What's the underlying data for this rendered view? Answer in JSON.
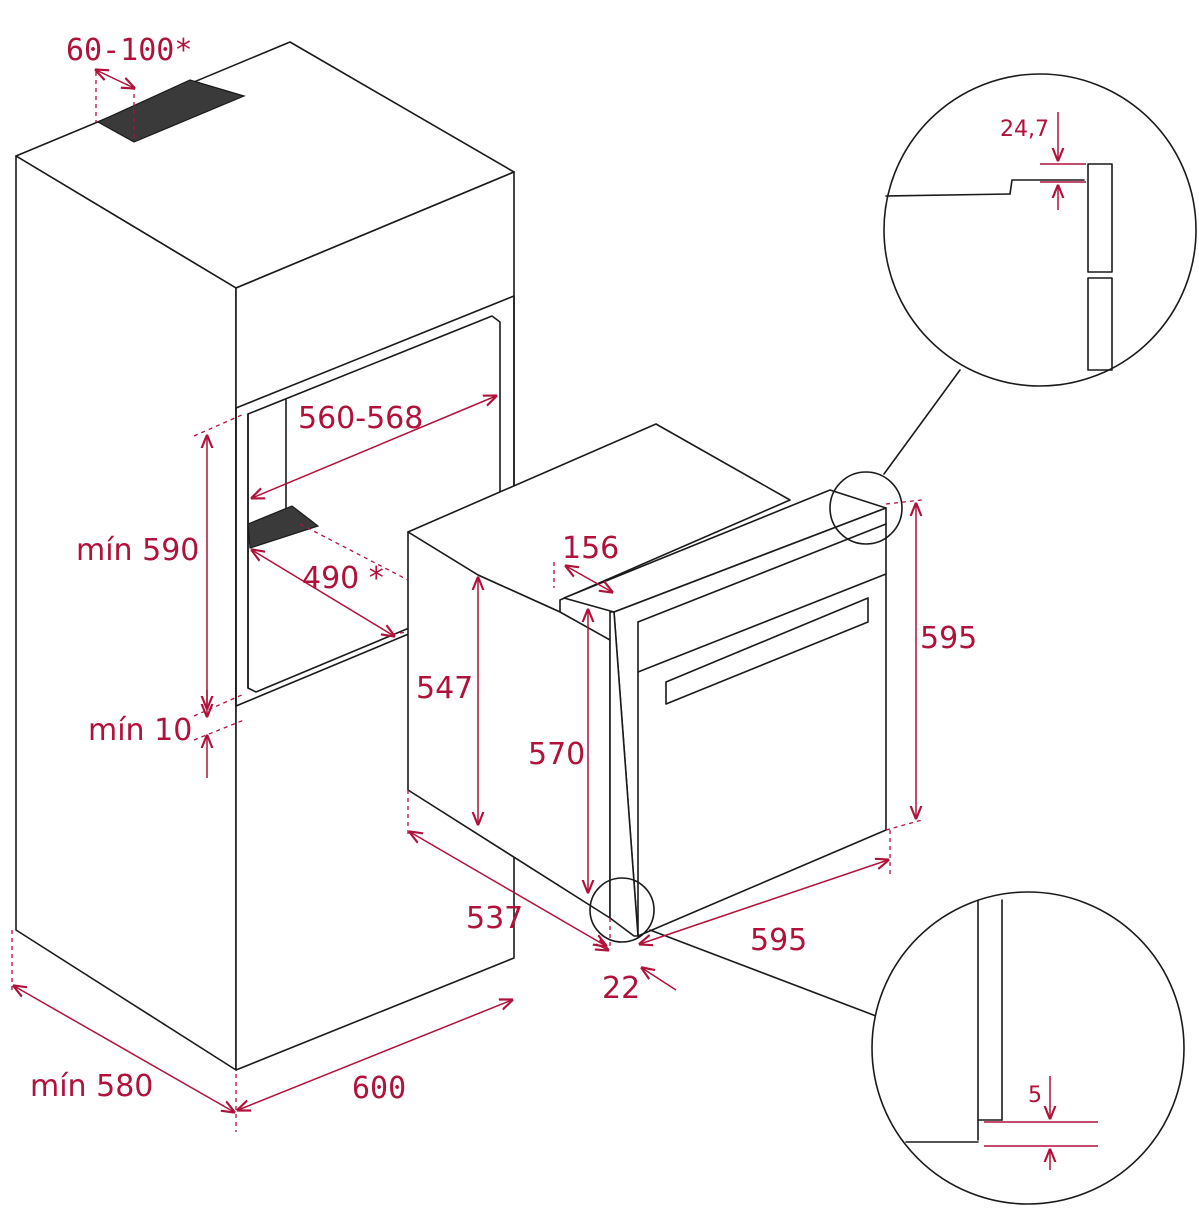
{
  "dimensions": {
    "ventilation": "60-100*",
    "cavity_width": "560-568",
    "min_height": "mín 590",
    "cavity_depth": "490 *",
    "min_gap": "mín 10",
    "cabinet_depth": "mín 580",
    "cabinet_width": "600",
    "oven_body_height": "547",
    "oven_front_offset": "156",
    "oven_inner_height": "570",
    "oven_depth": "537",
    "oven_height": "595",
    "oven_width": "595",
    "door_offset": "22",
    "detail_top": "24,7",
    "detail_bottom": "5"
  },
  "colors": {
    "dimension": "#b0123a",
    "line": "#1a1a1a",
    "vent": "#3a3a3a"
  }
}
